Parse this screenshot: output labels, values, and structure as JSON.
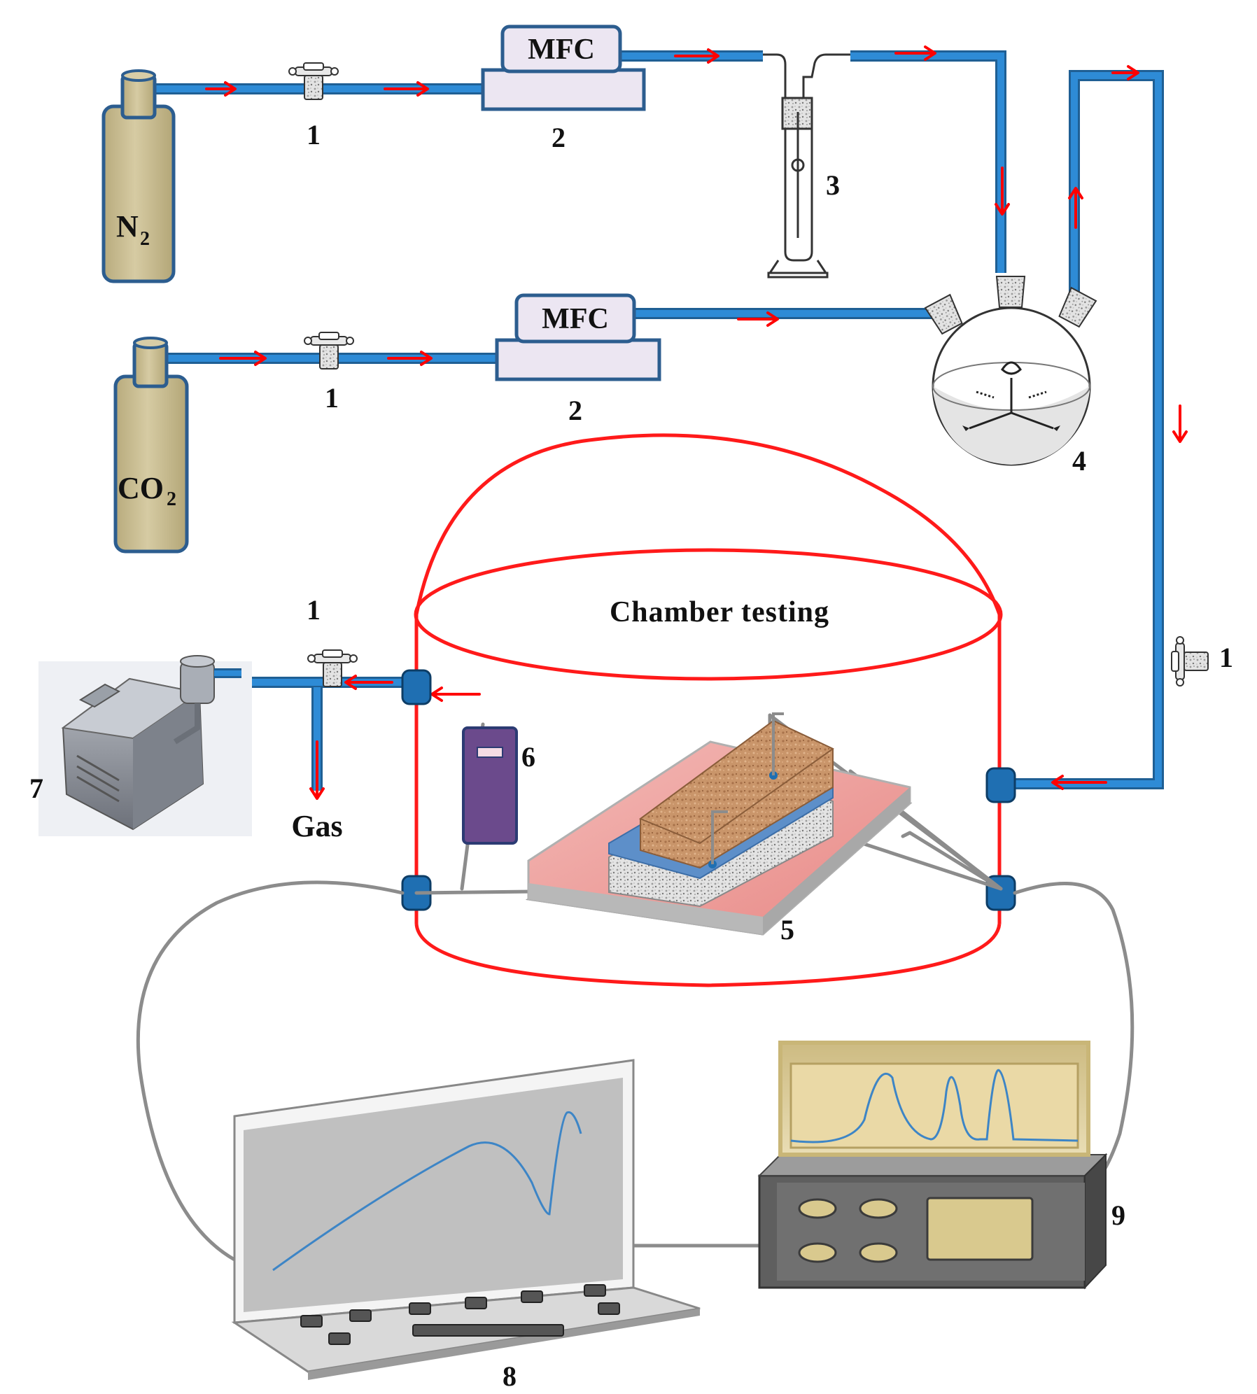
{
  "diagram": {
    "gases": {
      "n2": "N",
      "n2_sub": "2",
      "co2": "CO",
      "co2_sub": "2"
    },
    "mfc_label": "MFC",
    "chamber_label": "Chamber  testing",
    "gas_outlet_label": "Gas",
    "component_numbers": {
      "valve_n2": "1",
      "mfc_n2": "2",
      "bubbler": "3",
      "valve_co2": "1",
      "mfc_co2": "2",
      "flask": "4",
      "valve_pump": "1",
      "valve_right": "1",
      "sample": "5",
      "sensor": "6",
      "pump": "7",
      "laptop": "8",
      "analyzer": "9"
    },
    "colors": {
      "pipe": "#2e7fc2",
      "pipe_outline": "#1f5f94",
      "flow_arrow": "#ff0000",
      "chamber": "#ff1a1a",
      "cylinder": "#c8bc92",
      "cylinder_outline": "#2c5d8f",
      "mfc_box": "#ece6f2",
      "cable": "#8c8c8c",
      "sensor_body": "#6b4a8c",
      "analyzer_body": "#6e6e6e",
      "analyzer_screen": "#d8c89a",
      "laptop_screen": "#c0c0c0",
      "signal_line": "#3d85c6"
    },
    "icons": [
      "gas-cylinder-icon",
      "needle-valve-icon",
      "mass-flow-controller-icon",
      "gas-bubbler-icon",
      "three-neck-flask-icon",
      "vacuum-pump-icon",
      "gas-sensor-icon",
      "laptop-icon",
      "gas-analyzer-icon"
    ]
  }
}
